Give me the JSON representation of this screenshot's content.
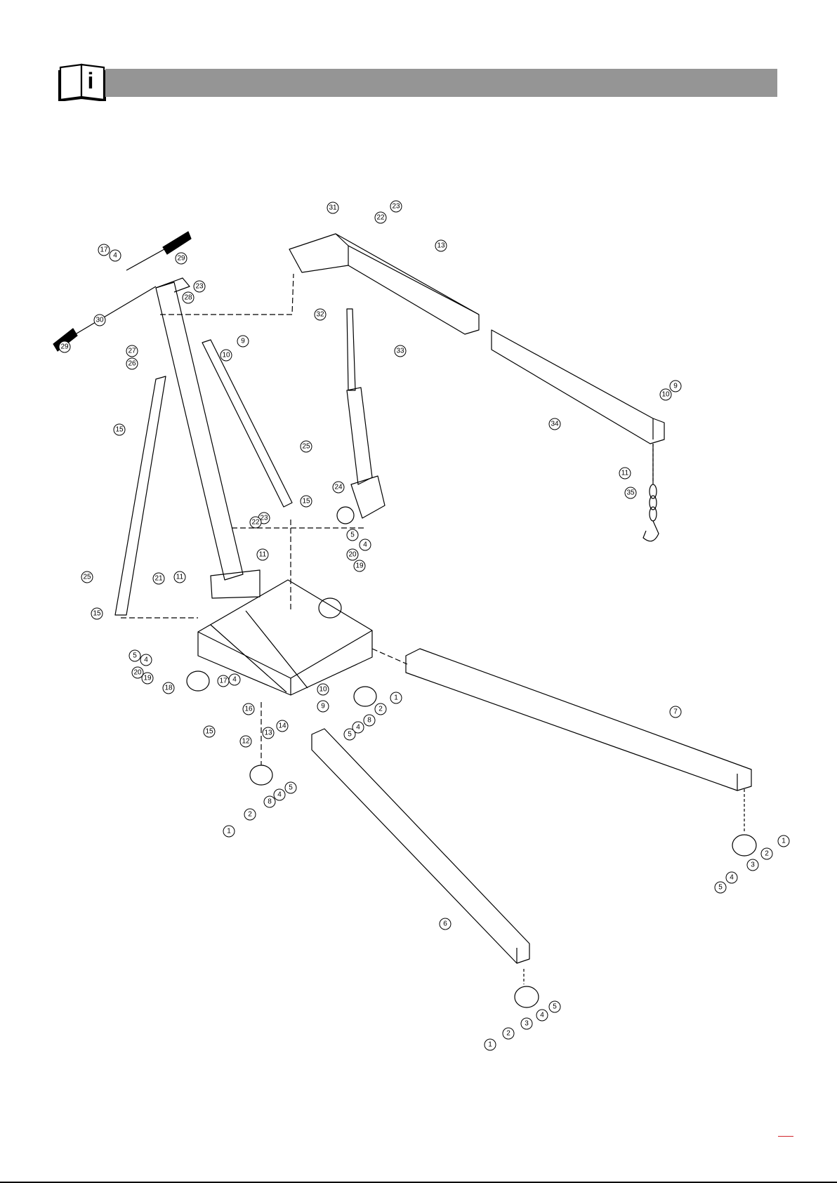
{
  "header": {
    "icon": "info-book-icon",
    "icon_glyph": "i",
    "bar_color": "#959595"
  },
  "diagram": {
    "callouts": [
      "31",
      "23",
      "22",
      "13",
      "32",
      "33",
      "34",
      "9",
      "10",
      "11",
      "35",
      "17",
      "4",
      "29",
      "23",
      "28",
      "30",
      "27",
      "26",
      "10",
      "9",
      "15",
      "25",
      "24",
      "15",
      "23",
      "22",
      "5",
      "4",
      "20",
      "19",
      "21",
      "11",
      "11",
      "25",
      "15",
      "5",
      "4",
      "20",
      "19",
      "18",
      "17",
      "4",
      "16",
      "15",
      "12",
      "13",
      "14",
      "10",
      "9",
      "1",
      "2",
      "8",
      "4",
      "5",
      "7",
      "8",
      "4",
      "5",
      "2",
      "1",
      "1",
      "2",
      "3",
      "4",
      "5",
      "6",
      "1",
      "2",
      "3",
      "4",
      "5",
      "29"
    ]
  },
  "footer": {
    "accent_color": "#d0232a"
  }
}
